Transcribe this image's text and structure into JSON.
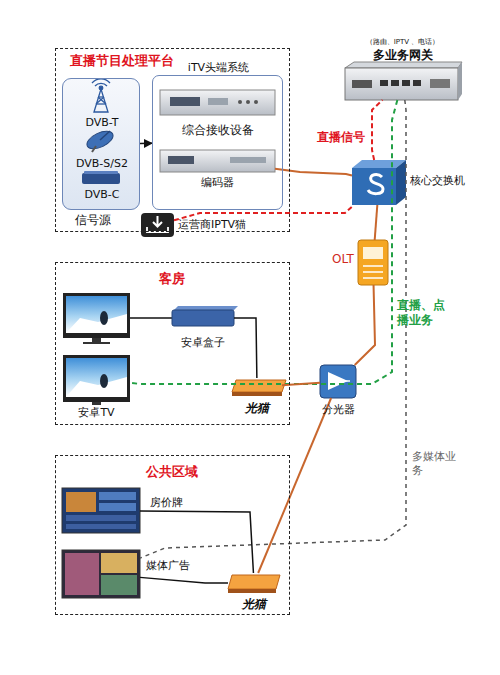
{
  "diagram": {
    "nodes": [
      {
        "text": [
          "直播节目处理平台"
        ]
      },
      {
        "text": [
          "DVB-T",
          "DVB-S/S2",
          "DVB-C",
          "信号源"
        ],
        "in": 0
      },
      {
        "text": [
          "iTV头端系统"
        ],
        "in": 0
      },
      {
        "text": [
          "综合接收设备"
        ],
        "in": 2
      },
      {
        "text": [
          "编码器"
        ],
        "in": 2
      },
      {
        "text": [
          "运营商IPTV猫"
        ],
        "in": 0
      },
      {
        "text": [
          "（路由、IPTV 、电话）",
          "多业务网关"
        ]
      },
      {
        "text": [
          "核心交换机"
        ]
      },
      {
        "text": [
          "OLT"
        ]
      },
      {
        "text": [
          "客房"
        ]
      },
      {
        "text": [
          "安卓盒子"
        ],
        "in": 9
      },
      {
        "text": [
          "安卓TV"
        ],
        "in": 9
      },
      {
        "text": [
          "光猫"
        ],
        "in": 9
      },
      {
        "text": [
          "分光器"
        ]
      },
      {
        "text": [
          "公共区域"
        ]
      },
      {
        "text": [
          "房价牌"
        ],
        "in": 14
      },
      {
        "text": [
          "媒体广告"
        ],
        "in": 14
      },
      {
        "text": [
          "光猫"
        ],
        "in": 14
      }
    ],
    "edges": [
      {
        "from": 1,
        "to": 2,
        "arrow": "to"
      },
      {
        "from": 4,
        "to": 7,
        "arrow": "none"
      },
      {
        "from": 5,
        "to": 7,
        "arrow": "none"
      },
      {
        "from": 7,
        "to": 6,
        "arrow": "none",
        "label": "直播信号"
      },
      {
        "from": 7,
        "to": 8,
        "arrow": "none"
      },
      {
        "from": 8,
        "to": 13,
        "arrow": "none"
      },
      {
        "from": 6,
        "to": 11,
        "arrow": "none",
        "label": "直播、点播业务"
      },
      {
        "from": 6,
        "to": 16,
        "arrow": "none",
        "label": "多媒体业务"
      },
      {
        "from": 13,
        "to": 12,
        "arrow": "none"
      },
      {
        "from": 13,
        "to": 17,
        "arrow": "none"
      },
      {
        "from": 12,
        "to": 10,
        "arrow": "none"
      },
      {
        "from": 17,
        "to": 15,
        "arrow": "none"
      },
      {
        "from": 17,
        "to": 16,
        "arrow": "none"
      }
    ]
  }
}
